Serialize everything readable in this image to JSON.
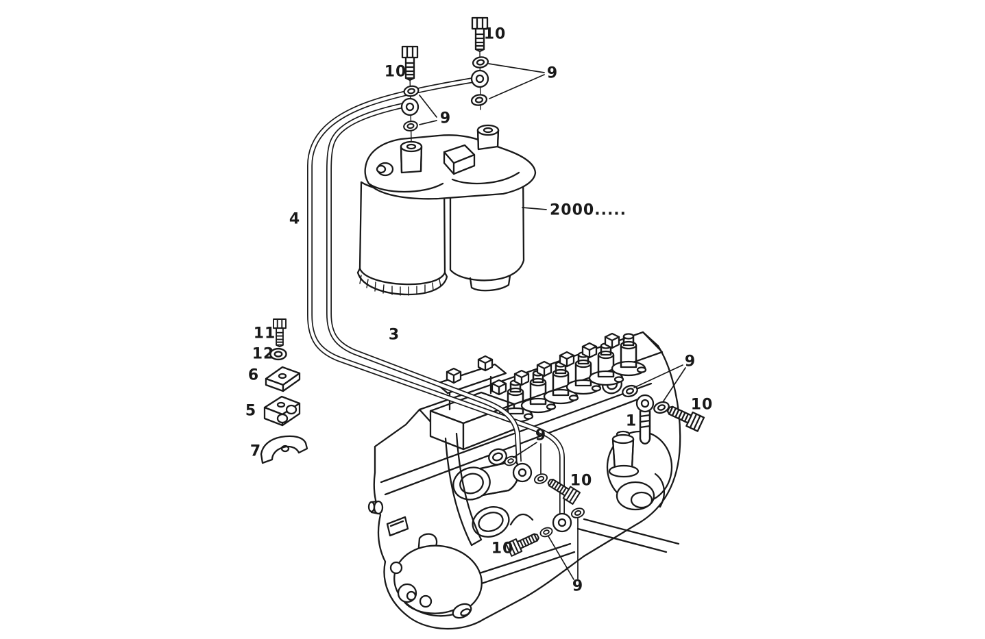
{
  "diagram": {
    "style": "black-line-art-on-white",
    "visible_part_numbers": [
      "1",
      "3",
      "4",
      "5",
      "6",
      "7",
      "9",
      "10",
      "11",
      "12",
      "2000....."
    ]
  },
  "callouts": [
    {
      "label": "10"
    },
    {
      "label": "9"
    },
    {
      "label": "10"
    },
    {
      "label": "9"
    },
    {
      "label": "2000....."
    },
    {
      "label": "4"
    },
    {
      "label": "3"
    },
    {
      "label": "11"
    },
    {
      "label": "12"
    },
    {
      "label": "6"
    },
    {
      "label": "5"
    },
    {
      "label": "7"
    },
    {
      "label": "9"
    },
    {
      "label": "1"
    },
    {
      "label": "10"
    },
    {
      "label": "9"
    },
    {
      "label": "10"
    },
    {
      "label": "10"
    },
    {
      "label": "9"
    }
  ],
  "colors": {
    "ink": "#191919",
    "paper": "#ffffff"
  }
}
